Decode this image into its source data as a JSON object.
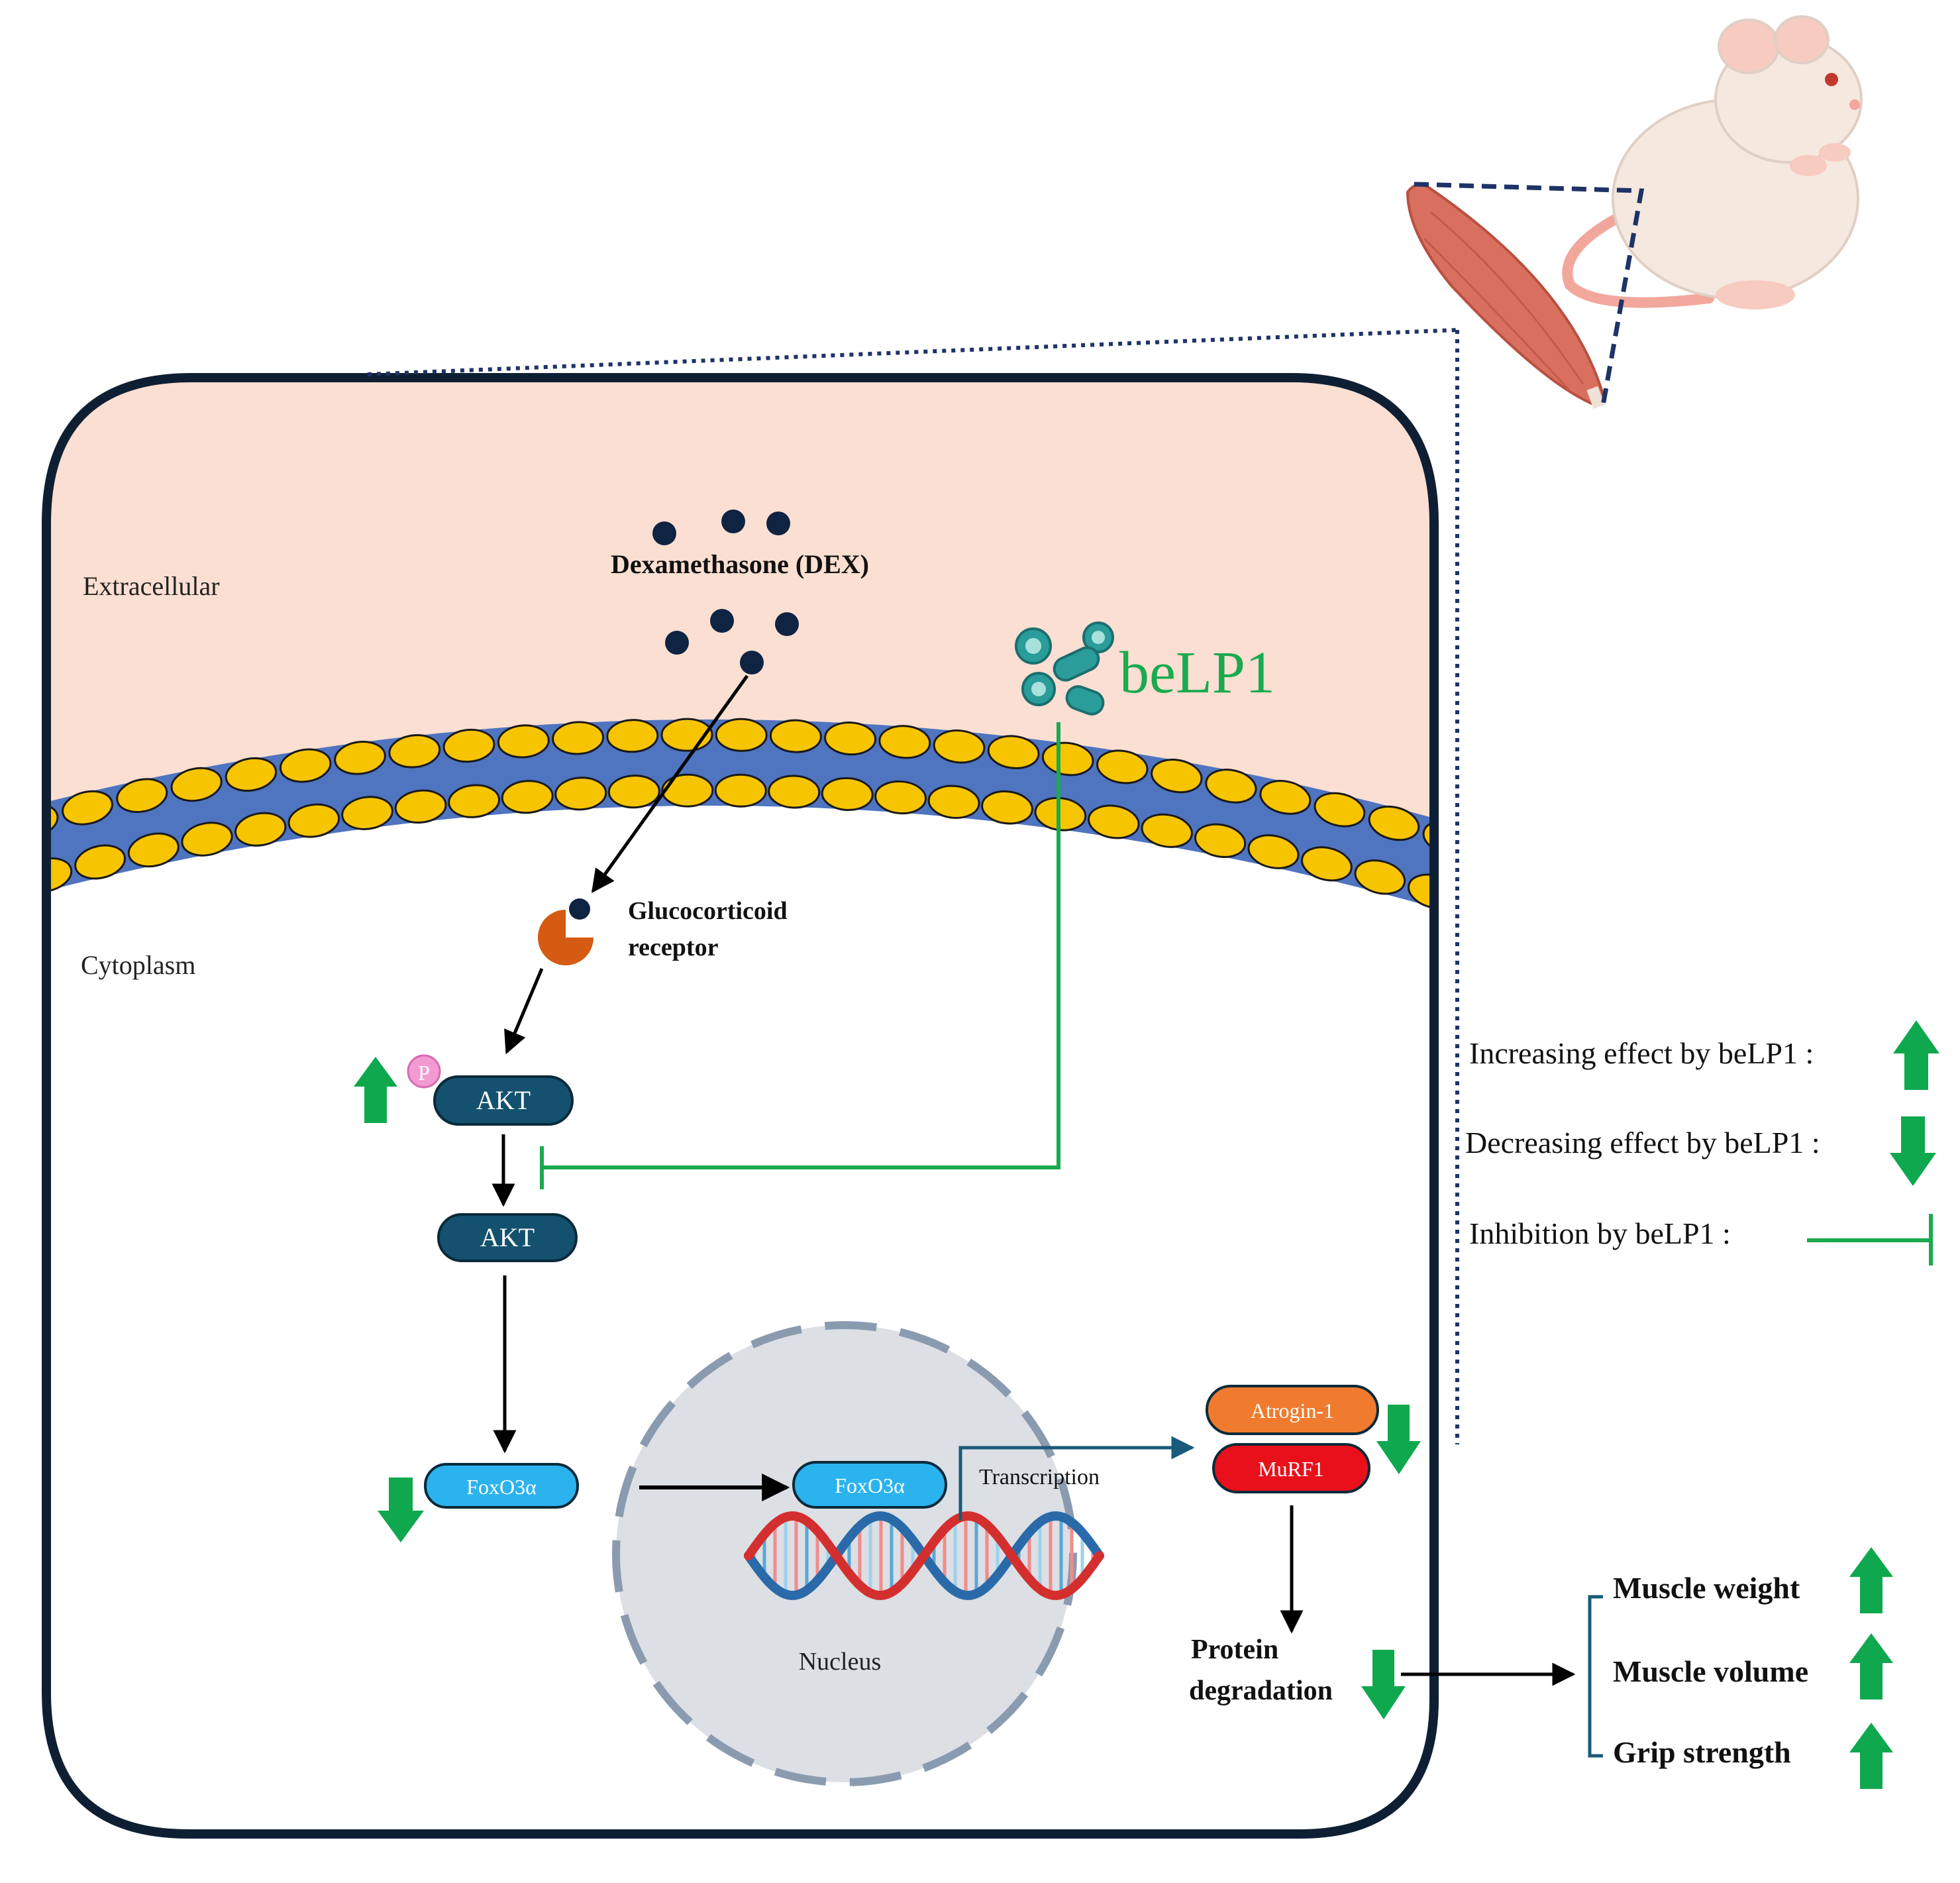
{
  "labels": {
    "extracellular": "Extracellular",
    "cytoplasm": "Cytoplasm",
    "dex": "Dexamethasone (DEX)",
    "belp1": "beLP1",
    "gr_line1": "Glucocorticoid",
    "gr_line2": "receptor",
    "p": "P",
    "akt_phospho": "AKT",
    "akt": "AKT",
    "foxo_cyto": "FoxO3α",
    "foxo_nuc": "FoxO3α",
    "transcription": "Transcription",
    "nucleus": "Nucleus",
    "atrogin": "Atrogin-1",
    "murf1": "MuRF1",
    "protein_line1": "Protein",
    "protein_line2": "degradation"
  },
  "outcomes": [
    {
      "label": "Muscle weight"
    },
    {
      "label": "Muscle volume"
    },
    {
      "label": "Grip strength"
    }
  ],
  "legend": {
    "increase": "Increasing effect by beLP1 :",
    "decrease": "Decreasing effect by beLP1 :",
    "inhibition": "Inhibition by beLP1 :"
  },
  "colors": {
    "extracellular_bg": "#fbdfd2",
    "cell_border": "#0f1f33",
    "membrane_blue": "#4f74c0",
    "lipid_yellow": "#f7c400",
    "dex_dot": "#0f2342",
    "belp1_green": "#1aaa50",
    "akt_pill": "#14516f",
    "foxo_pill": "#2bb3ee",
    "atrogin_pill": "#f07b2e",
    "murf1_pill": "#e8101a",
    "nucleus_fill": "#dcdfe4",
    "nucleus_border": "#8a9bb0",
    "arrow_green": "#0fa84f",
    "receptor_orange": "#d55b12",
    "phospho_pink": "#f39ad3",
    "muscle_red": "#d9705f",
    "mouse_body": "#f5e8df"
  }
}
